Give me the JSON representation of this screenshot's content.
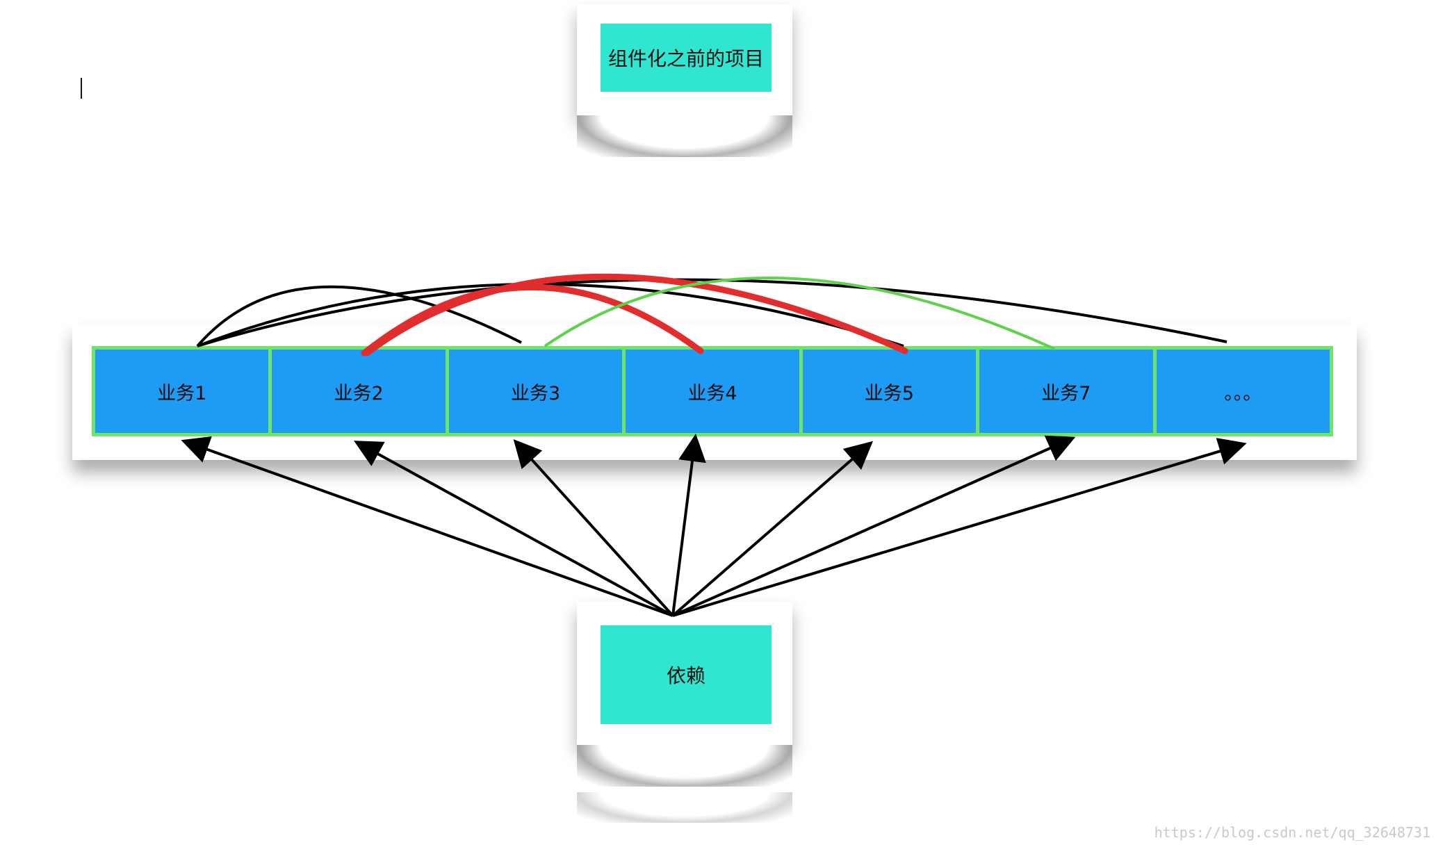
{
  "title_box": "组件化之前的项目",
  "dependency_box": "依赖",
  "modules": [
    "业务1",
    "业务2",
    "业务3",
    "业务4",
    "业务5",
    "业务7",
    "。。。"
  ],
  "watermark": "https://blog.csdn.net/qq_32648731",
  "colors": {
    "teal": "#30e6d0",
    "module_fill": "#1e9bf5",
    "module_border": "#6fe36a",
    "red_link": "#e12d2d",
    "green_link": "#5fd24c",
    "black_link": "#000000"
  }
}
